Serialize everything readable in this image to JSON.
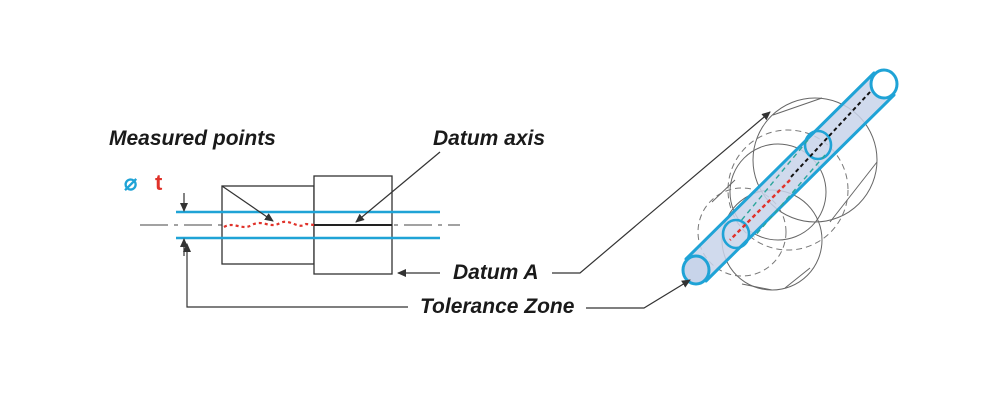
{
  "labels": {
    "measured_points": "Measured points",
    "datum_axis": "Datum axis",
    "datum_a": "Datum A",
    "tolerance_zone": "Tolerance Zone"
  },
  "symbol": {
    "diameter": "⌀",
    "tolerance": "t"
  },
  "colors": {
    "zone_blue": "#1fa3d6",
    "zone_fill": "#c8d4ea",
    "measured_red": "#e0322a",
    "line": "#333333"
  }
}
